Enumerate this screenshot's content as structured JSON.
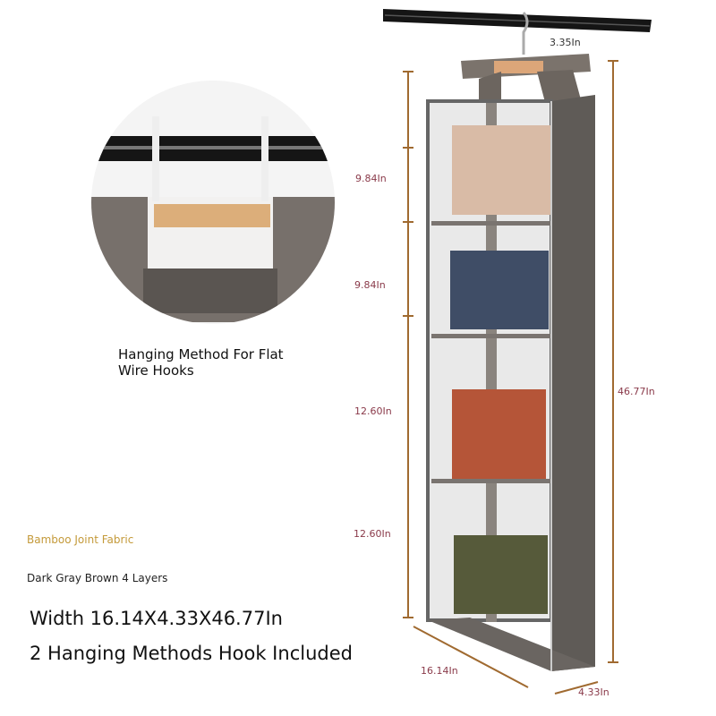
{
  "inset_caption_line1": "Hanging Method For Flat",
  "inset_caption_line2": "Wire Hooks",
  "material": "Bamboo Joint Fabric",
  "color_variant": "Dark Gray Brown 4 Layers",
  "headline_size": "Width 16.14X4.33X46.77In",
  "headline_hanging": "2 Hanging Methods Hook Included",
  "dimensions": {
    "hook_gap": "3.35In",
    "layer1": "9.84In",
    "layer2": "9.84In",
    "layer3": "12.60In",
    "layer4": "12.60In",
    "height": "46.77In",
    "width": "16.14In",
    "depth": "4.33In"
  },
  "colors": {
    "accent_gold": "#c49a3a",
    "dimension_red": "#8a3a4a",
    "dimension_line": "#a06a30",
    "fabric": "#6e6a66"
  }
}
